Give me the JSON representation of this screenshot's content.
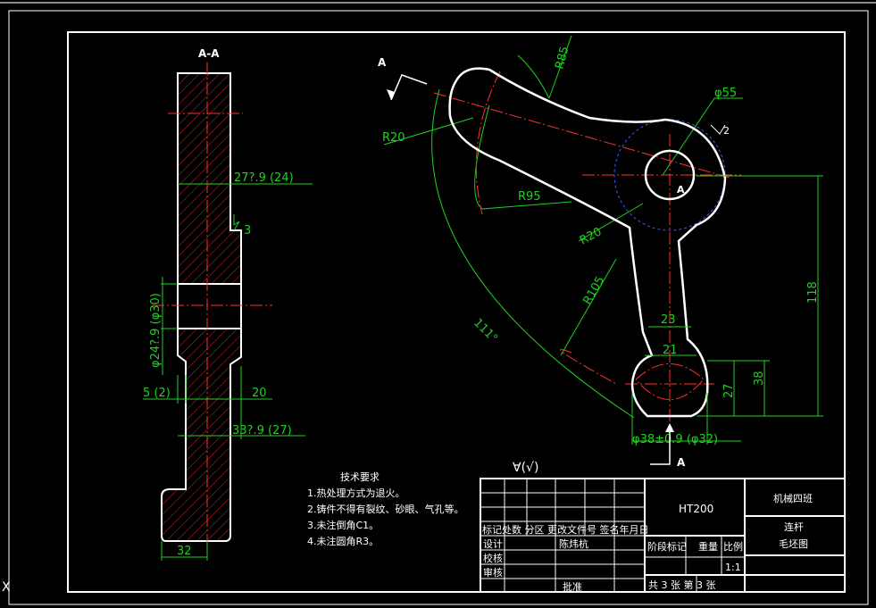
{
  "section_label": "A-A",
  "arrow_label": "A",
  "side_view": {
    "dim_thickness": "27?.9 (24)",
    "dim_bore": "φ24?.9 (φ30)",
    "dim_shoulder": "5 (2)",
    "dim_20": "20",
    "dim_width": "33?.9 (27)",
    "dim_32": "32",
    "roughness_mark": "3"
  },
  "main_view": {
    "r85": "R85",
    "phi55": "φ55",
    "r20_top": "R20",
    "r95": "R95",
    "r20_mid": "R20",
    "r105": "R105",
    "angle": "111°",
    "dim_23": "23",
    "dim_21": "21",
    "dim_118": "118",
    "dim_38": "38",
    "dim_27": "27",
    "dim_bottom_phi": "φ38±0.9 (φ32)",
    "roughness_mark": "2",
    "center_mark": "A"
  },
  "roughness_symbol": "∀(√)",
  "tech_requirements": {
    "title": "技术要求",
    "items": [
      "1.热处理方式为退火。",
      "2.铸件不得有裂纹、砂眼、气孔等。",
      "3.未注倒角C1。",
      "4.未注圆角R3。"
    ]
  },
  "title_block": {
    "material": "HT200",
    "school": "机械四班",
    "part_name": "连杆",
    "drawing_type": "毛坯图",
    "header_row": "标记处数 分区 更改文件号 签名年月日",
    "design": "设计",
    "designer": "陈炜杭",
    "check": "校核",
    "review": "审核",
    "approve": "批准",
    "stage_mark": "阶段标记",
    "weight": "重量",
    "scale_label": "比例",
    "scale": "1:1",
    "sheets": "共 3 张 第 3 张"
  },
  "corner_mark": "X"
}
